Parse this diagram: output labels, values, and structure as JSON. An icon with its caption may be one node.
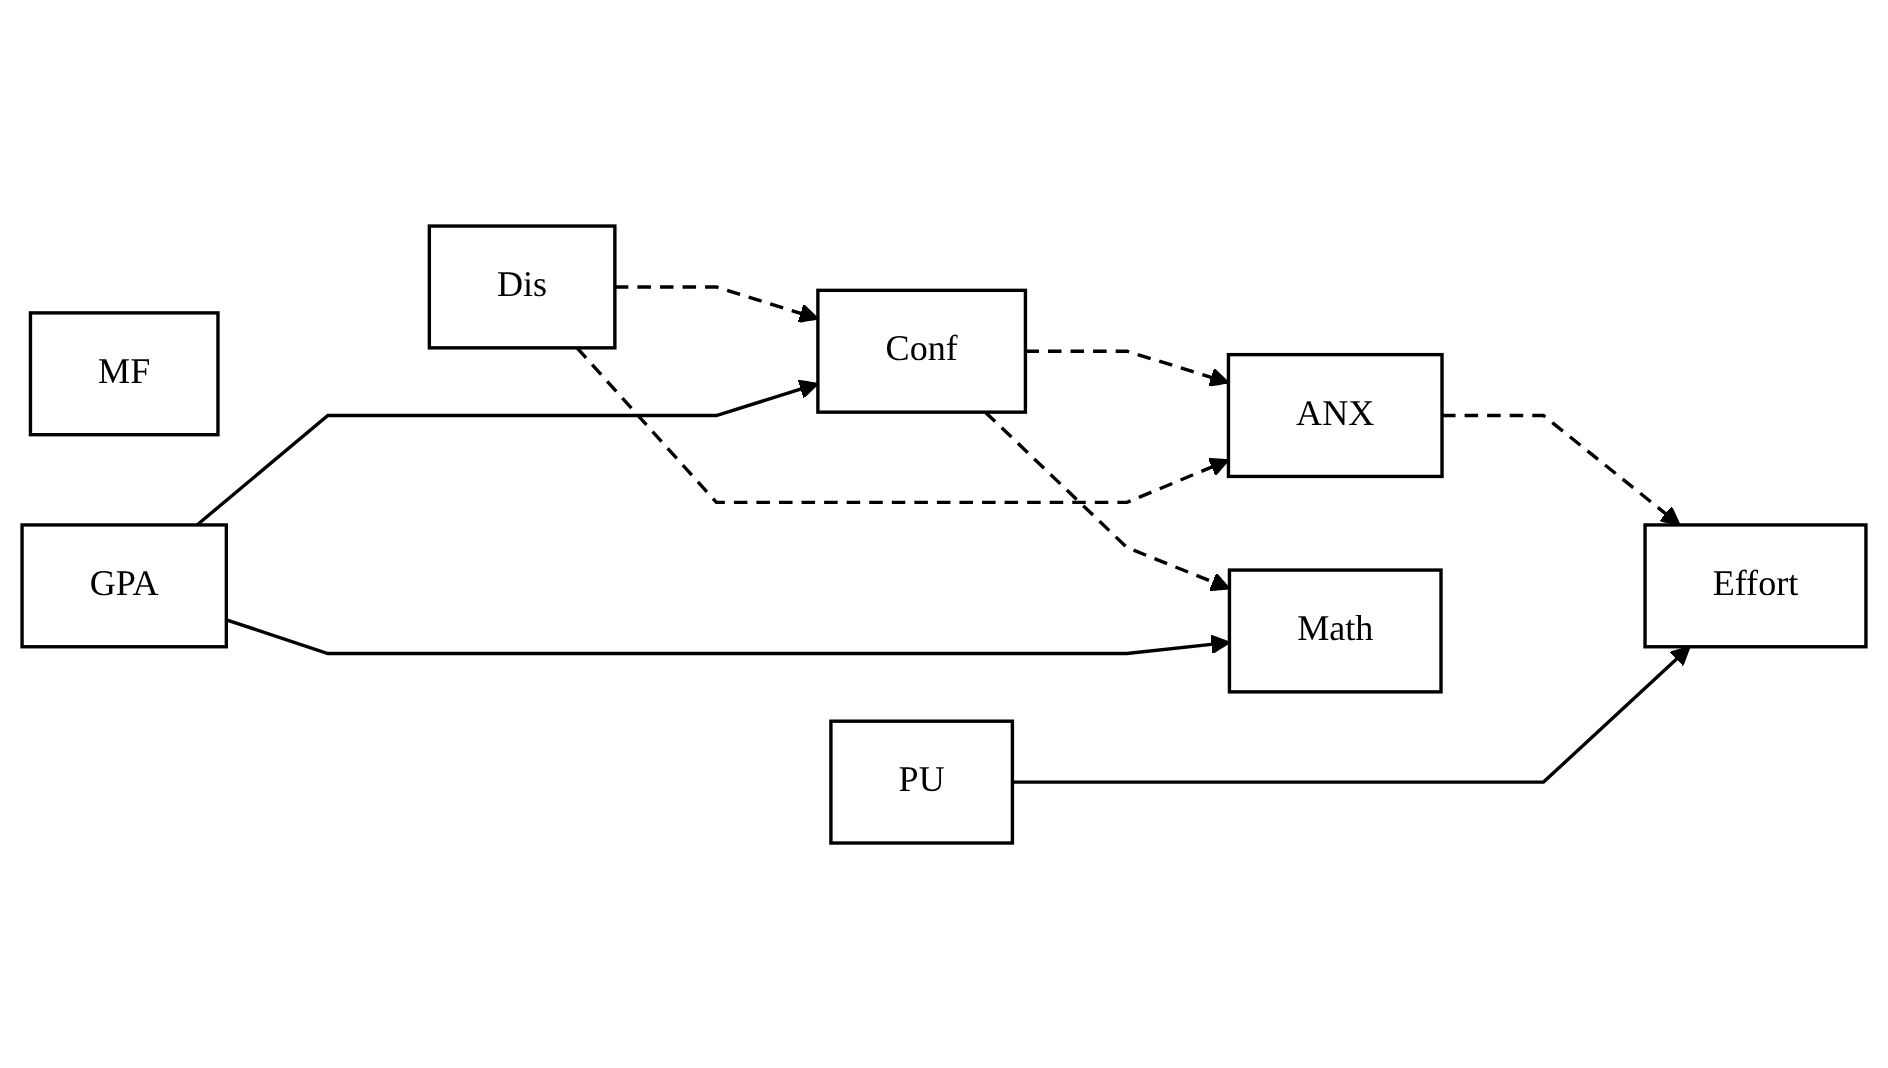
{
  "diagram": {
    "nodes": [
      {
        "text": [
          "MF"
        ]
      },
      {
        "text": [
          "Conf"
        ]
      },
      {
        "text": [
          "Effort"
        ]
      },
      {
        "text": [
          "Dis"
        ]
      },
      {
        "text": [
          "ANX"
        ]
      },
      {
        "text": [
          "Math"
        ]
      },
      {
        "text": [
          "PU"
        ]
      },
      {
        "text": [
          "GPA"
        ]
      }
    ],
    "edges": [
      {
        "from": 3,
        "to": 1,
        "arrow": "to",
        "style": "dashed"
      },
      {
        "from": 7,
        "to": 1,
        "arrow": "to"
      },
      {
        "from": 1,
        "to": 4,
        "arrow": "to",
        "style": "dashed"
      },
      {
        "from": 3,
        "to": 4,
        "arrow": "to",
        "style": "dashed"
      },
      {
        "from": 4,
        "to": 2,
        "arrow": "to",
        "style": "dashed"
      },
      {
        "from": 1,
        "to": 5,
        "arrow": "to",
        "style": "dashed"
      },
      {
        "from": 6,
        "to": 2,
        "arrow": "to"
      },
      {
        "from": 7,
        "to": 5,
        "arrow": "to"
      }
    ]
  }
}
